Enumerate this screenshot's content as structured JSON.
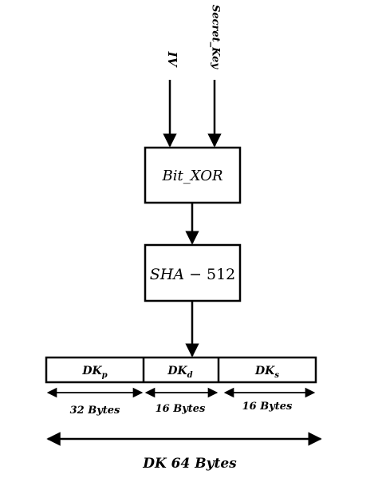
{
  "inputs": {
    "iv": "IV",
    "secret_key": "Secret_Key"
  },
  "blocks": {
    "bit_xor": "Bit_XOR",
    "sha_name": "SHA",
    "sha_sep": "−",
    "sha_bits": "512"
  },
  "key_segments": [
    {
      "base": "DK",
      "sub": "p",
      "size": "32 Bytes"
    },
    {
      "base": "DK",
      "sub": "d",
      "size": "16 Bytes"
    },
    {
      "base": "DK",
      "sub": "s",
      "size": "16 Bytes"
    }
  ],
  "total_label": "DK 64 Bytes",
  "colors": {
    "stroke": "#000000",
    "background": "#ffffff"
  }
}
